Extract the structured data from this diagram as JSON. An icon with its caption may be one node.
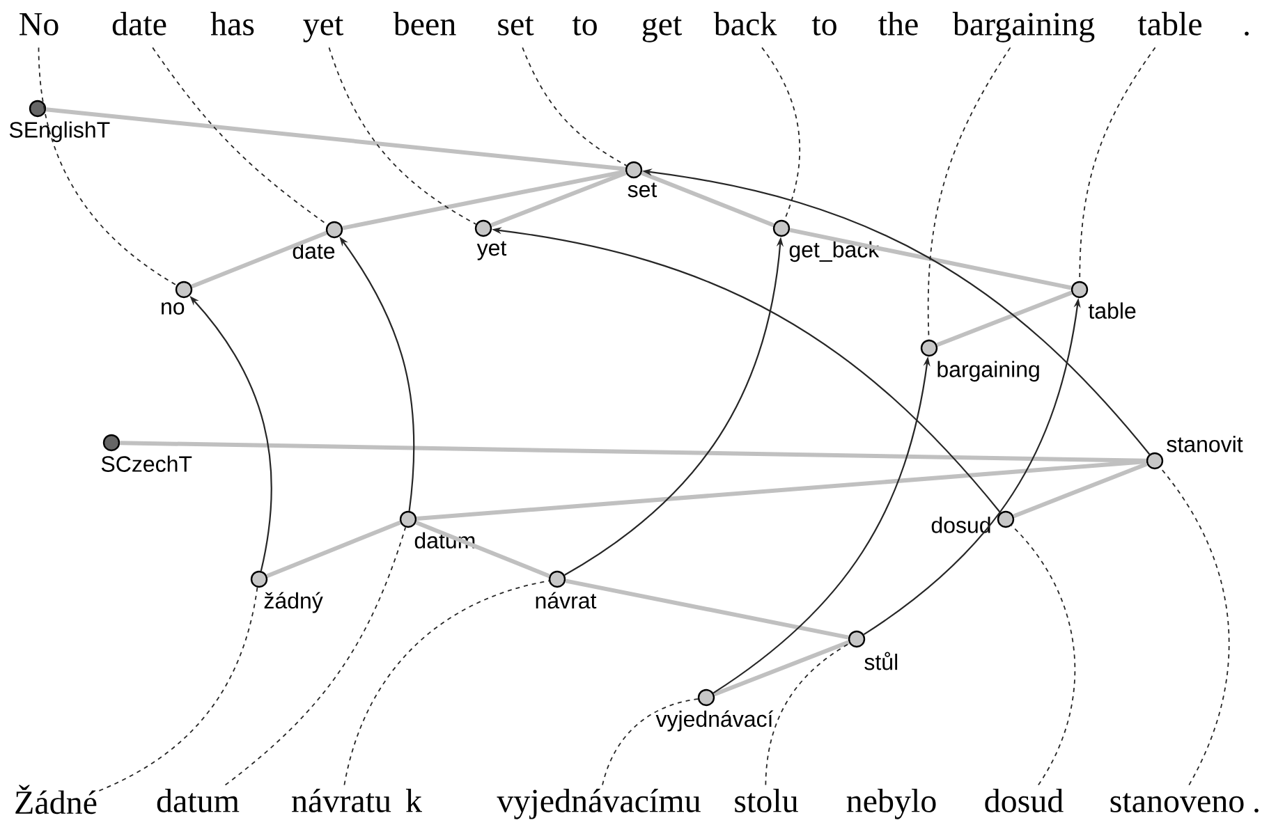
{
  "diagram": {
    "nodes": [
      {
        "text": [
          "No"
        ]
      },
      {
        "text": [
          "date"
        ]
      },
      {
        "text": [
          "has"
        ]
      },
      {
        "text": [
          "yet"
        ]
      },
      {
        "text": [
          "been"
        ]
      },
      {
        "text": [
          "set"
        ]
      },
      {
        "text": [
          "to"
        ]
      },
      {
        "text": [
          "get"
        ]
      },
      {
        "text": [
          "back"
        ]
      },
      {
        "text": [
          "to"
        ]
      },
      {
        "text": [
          "the"
        ]
      },
      {
        "text": [
          "bargaining"
        ]
      },
      {
        "text": [
          "table"
        ]
      },
      {
        "text": [
          "."
        ]
      },
      {
        "text": [
          "SEnglishT"
        ]
      },
      {
        "text": [
          "set"
        ]
      },
      {
        "text": [
          "date"
        ]
      },
      {
        "text": [
          "yet"
        ]
      },
      {
        "text": [
          "get_back"
        ]
      },
      {
        "text": [
          "no"
        ]
      },
      {
        "text": [
          "table"
        ]
      },
      {
        "text": [
          "bargaining"
        ]
      },
      {
        "text": [
          "SCzechT"
        ]
      },
      {
        "text": [
          "stanovit"
        ]
      },
      {
        "text": [
          "datum"
        ]
      },
      {
        "text": [
          "dosud"
        ]
      },
      {
        "text": [
          "žádný"
        ]
      },
      {
        "text": [
          "návrat"
        ]
      },
      {
        "text": [
          "stůl"
        ]
      },
      {
        "text": [
          "vyjednávací"
        ]
      },
      {
        "text": [
          "Žádné"
        ]
      },
      {
        "text": [
          "datum"
        ]
      },
      {
        "text": [
          "návratu"
        ]
      },
      {
        "text": [
          "k"
        ]
      },
      {
        "text": [
          "vyjednávacímu"
        ]
      },
      {
        "text": [
          "stolu"
        ]
      },
      {
        "text": [
          "nebylo"
        ]
      },
      {
        "text": [
          "dosud"
        ]
      },
      {
        "text": [
          "stanoveno"
        ]
      },
      {
        "text": [
          "."
        ]
      }
    ],
    "edges": [
      {
        "from": 14,
        "to": 15,
        "arrow": "none",
        "style": "thick",
        "color": "#c0c0c0"
      },
      {
        "from": 15,
        "to": 16,
        "arrow": "none",
        "style": "thick",
        "color": "#c0c0c0"
      },
      {
        "from": 15,
        "to": 17,
        "arrow": "none",
        "style": "thick",
        "color": "#c0c0c0"
      },
      {
        "from": 15,
        "to": 18,
        "arrow": "none",
        "style": "thick",
        "color": "#c0c0c0"
      },
      {
        "from": 16,
        "to": 19,
        "arrow": "none",
        "style": "thick",
        "color": "#c0c0c0"
      },
      {
        "from": 18,
        "to": 20,
        "arrow": "none",
        "style": "thick",
        "color": "#c0c0c0"
      },
      {
        "from": 20,
        "to": 21,
        "arrow": "none",
        "style": "thick",
        "color": "#c0c0c0"
      },
      {
        "from": 22,
        "to": 23,
        "arrow": "none",
        "style": "thick",
        "color": "#c0c0c0"
      },
      {
        "from": 23,
        "to": 24,
        "arrow": "none",
        "style": "thick",
        "color": "#c0c0c0"
      },
      {
        "from": 23,
        "to": 25,
        "arrow": "none",
        "style": "thick",
        "color": "#c0c0c0"
      },
      {
        "from": 24,
        "to": 26,
        "arrow": "none",
        "style": "thick",
        "color": "#c0c0c0"
      },
      {
        "from": 24,
        "to": 27,
        "arrow": "none",
        "style": "thick",
        "color": "#c0c0c0"
      },
      {
        "from": 27,
        "to": 28,
        "arrow": "none",
        "style": "thick",
        "color": "#c0c0c0"
      },
      {
        "from": 28,
        "to": 29,
        "arrow": "none",
        "style": "thick",
        "color": "#c0c0c0"
      },
      {
        "from": 26,
        "to": 19,
        "arrow": "to"
      },
      {
        "from": 24,
        "to": 16,
        "arrow": "to"
      },
      {
        "from": 27,
        "to": 18,
        "arrow": "to"
      },
      {
        "from": 29,
        "to": 21,
        "arrow": "to"
      },
      {
        "from": 28,
        "to": 20,
        "arrow": "to"
      },
      {
        "from": 25,
        "to": 17,
        "arrow": "to"
      },
      {
        "from": 23,
        "to": 15,
        "arrow": "to"
      },
      {
        "from": 0,
        "to": 19,
        "arrow": "none",
        "style": "dashed"
      },
      {
        "from": 1,
        "to": 16,
        "arrow": "none",
        "style": "dashed"
      },
      {
        "from": 3,
        "to": 17,
        "arrow": "none",
        "style": "dashed"
      },
      {
        "from": 5,
        "to": 15,
        "arrow": "none",
        "style": "dashed"
      },
      {
        "from": 8,
        "to": 18,
        "arrow": "none",
        "style": "dashed"
      },
      {
        "from": 11,
        "to": 21,
        "arrow": "none",
        "style": "dashed"
      },
      {
        "from": 12,
        "to": 20,
        "arrow": "none",
        "style": "dashed"
      },
      {
        "from": 30,
        "to": 26,
        "arrow": "none",
        "style": "dashed"
      },
      {
        "from": 31,
        "to": 24,
        "arrow": "none",
        "style": "dashed"
      },
      {
        "from": 32,
        "to": 27,
        "arrow": "none",
        "style": "dashed"
      },
      {
        "from": 34,
        "to": 29,
        "arrow": "none",
        "style": "dashed"
      },
      {
        "from": 35,
        "to": 28,
        "arrow": "none",
        "style": "dashed"
      },
      {
        "from": 37,
        "to": 25,
        "arrow": "none",
        "style": "dashed"
      },
      {
        "from": 38,
        "to": 23,
        "arrow": "none",
        "style": "dashed"
      }
    ]
  }
}
